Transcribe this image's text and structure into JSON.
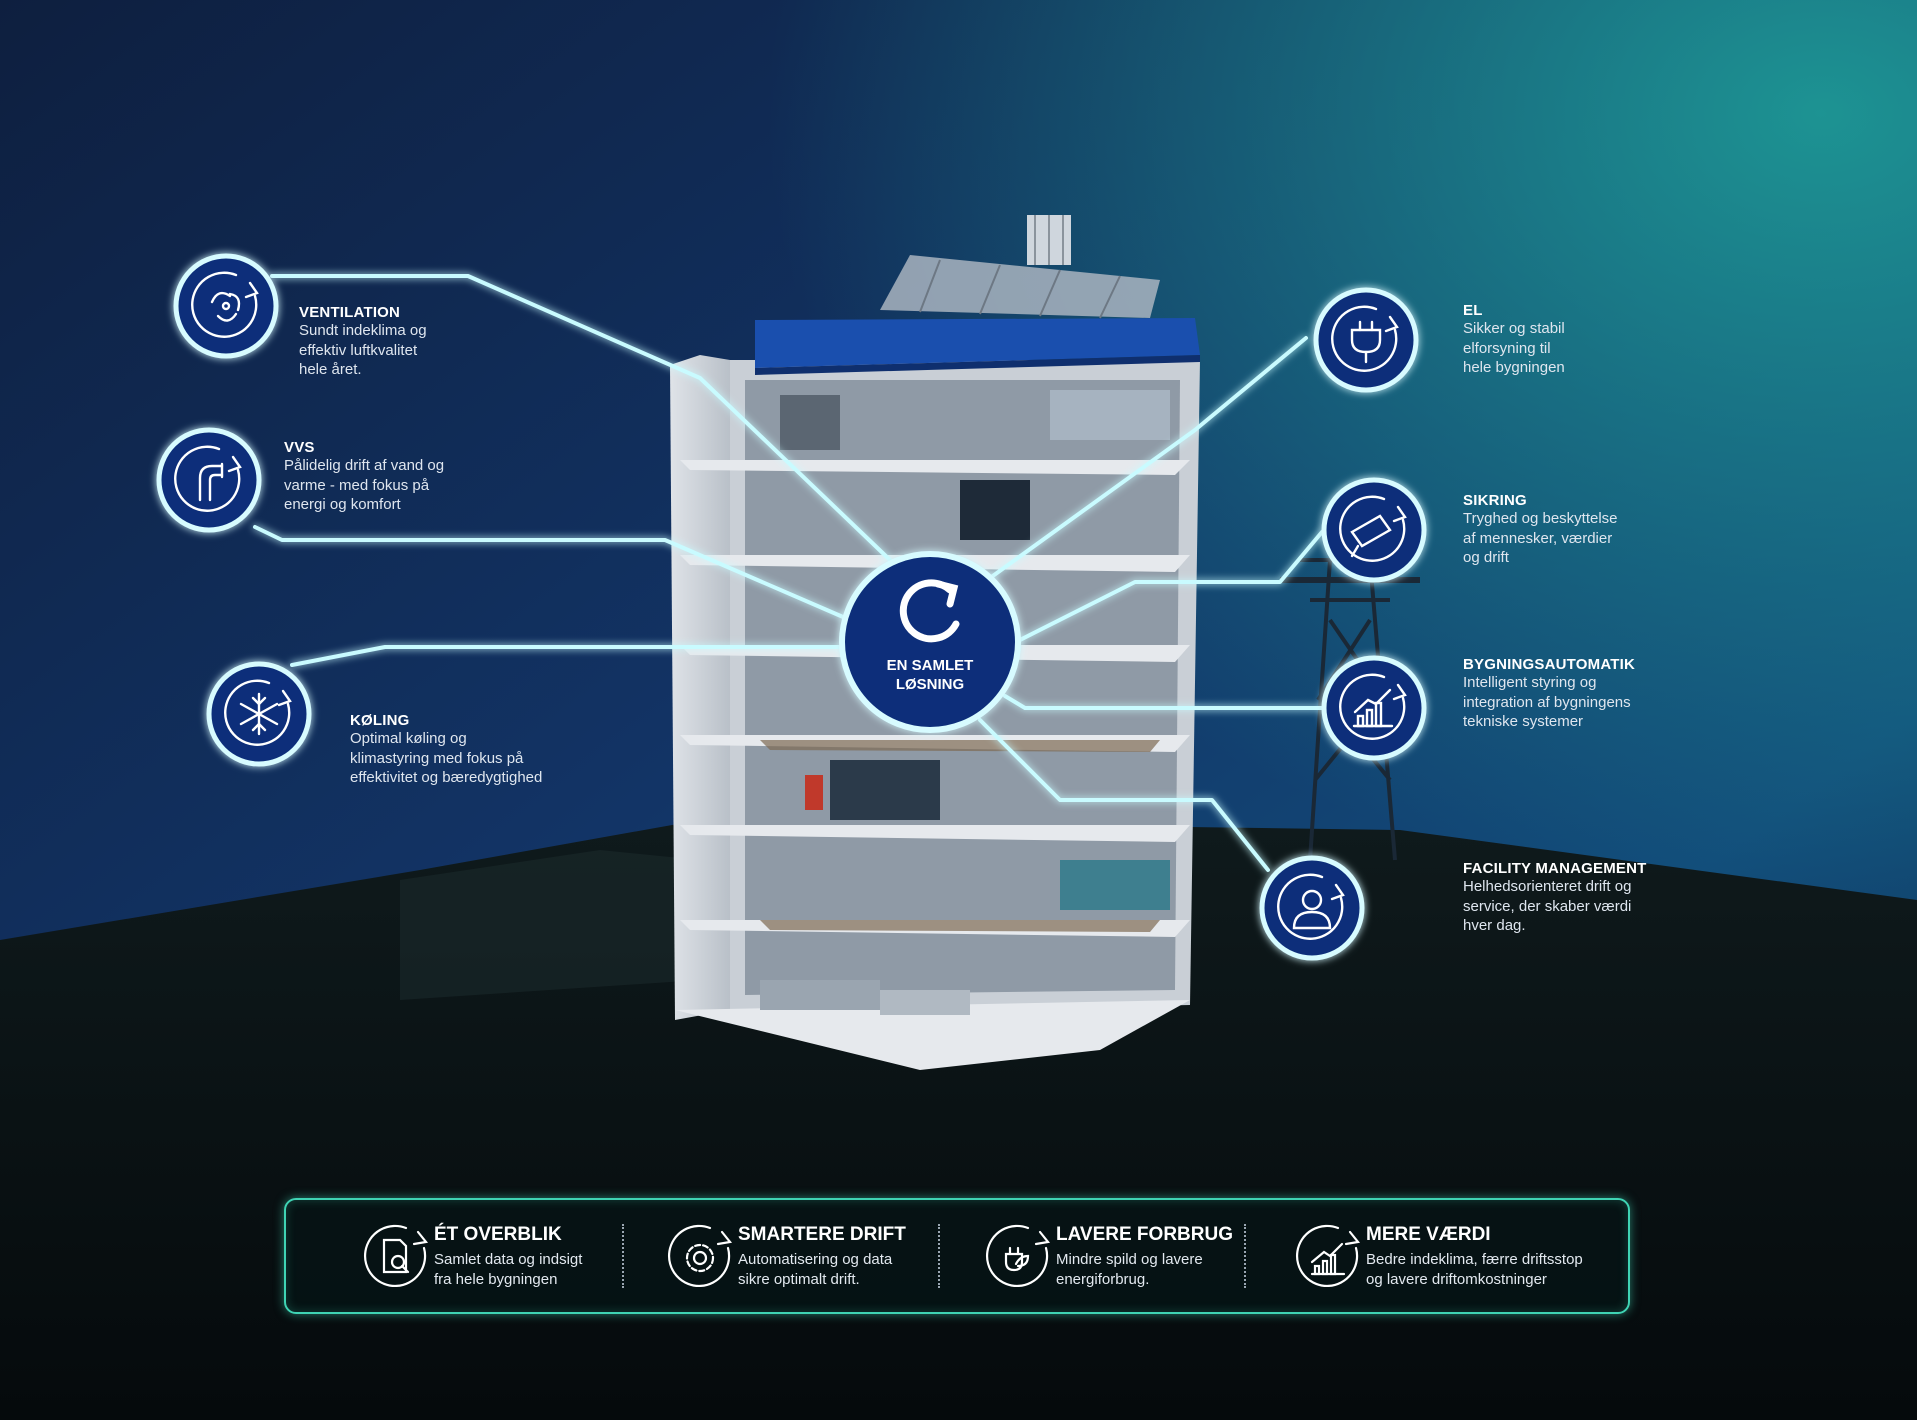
{
  "colors": {
    "accent_glow": "#7ff0ff",
    "circle_fill": "#0b2f7a",
    "bar_border": "#3fd4b4",
    "roof_blue": "#1a4fae"
  },
  "center": {
    "label": "EN SAMLET\nLØSNING",
    "icon": "refresh-icon"
  },
  "services": [
    {
      "id": "ventilation",
      "icon": "fan-icon",
      "title": "VENTILATION",
      "desc": "Sundt indeklima og\neffektiv luftkvalitet\nhele året."
    },
    {
      "id": "vvs",
      "icon": "pipe-icon",
      "title": "VVS",
      "desc": "Pålidelig drift af vand og\nvarme - med fokus på\nenergi og komfort"
    },
    {
      "id": "koling",
      "icon": "snowflake-icon",
      "title": "KØLING",
      "desc": "Optimal køling og\nklimastyring med fokus på\neffektivitet og bæredygtighed"
    },
    {
      "id": "el",
      "icon": "plug-icon",
      "title": "EL",
      "desc": "Sikker og stabil\nelforsyning til\nhele bygningen"
    },
    {
      "id": "sikring",
      "icon": "camera-icon",
      "title": "SIKRING",
      "desc": "Tryghed og beskyttelse\naf mennesker, værdier\nog drift"
    },
    {
      "id": "bygningsautomatik",
      "icon": "chart-icon",
      "title": "BYGNINGSAUTOMATIK",
      "desc": "Intelligent styring og\nintegration af bygningens\ntekniske systemer"
    },
    {
      "id": "facility",
      "icon": "person-icon",
      "title": "FACILITY MANAGEMENT",
      "desc": "Helhedsorienteret drift og\nservice, der skaber værdi\nhver dag."
    }
  ],
  "benefits": [
    {
      "icon": "document-search-icon",
      "title": "ÉT OVERBLIK",
      "desc": "Samlet data og indsigt\nfra hele bygningen"
    },
    {
      "icon": "gear-icon",
      "title": "SMARTERE DRIFT",
      "desc": "Automatisering og data\nsikre optimalt drift."
    },
    {
      "icon": "plug-leaf-icon",
      "title": "LAVERE FORBRUG",
      "desc": "Mindre spild og lavere\nenergiforbrug."
    },
    {
      "icon": "chart-icon",
      "title": "MERE VÆRDI",
      "desc": "Bedre indeklima, færre driftsstop\nog lavere driftomkostninger"
    }
  ]
}
